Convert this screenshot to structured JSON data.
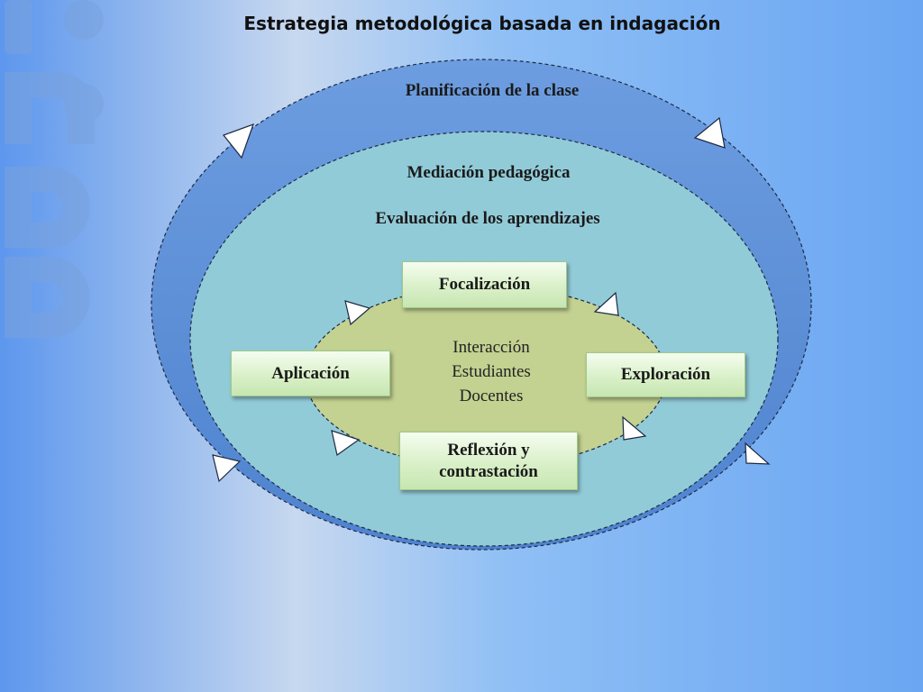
{
  "title": "Estrategia metodológica basada en indagación",
  "rings": {
    "outer_label": "Planificación de la clase",
    "middle_label_1": "Mediación pedagógica",
    "middle_label_2": "Evaluación de los aprendizajes"
  },
  "center": {
    "line_1": "Interacción",
    "line_2": "Estudiantes",
    "line_3": "Docentes"
  },
  "stages": {
    "focalizacion": "Focalización",
    "exploracion": "Exploración",
    "reflexion_line_1": "Reflexión y",
    "reflexion_line_2": "contrastación",
    "aplicacion": "Aplicación"
  },
  "colors": {
    "background": "#6fa3f0",
    "outer_ring": "#5b8fd6",
    "middle_ring": "#92cbd8",
    "inner_ellipse": "#c3d191",
    "stage_box": "#d9f0c8"
  },
  "decorative": {
    "background_logo": "imaginary-logo-watermark"
  }
}
